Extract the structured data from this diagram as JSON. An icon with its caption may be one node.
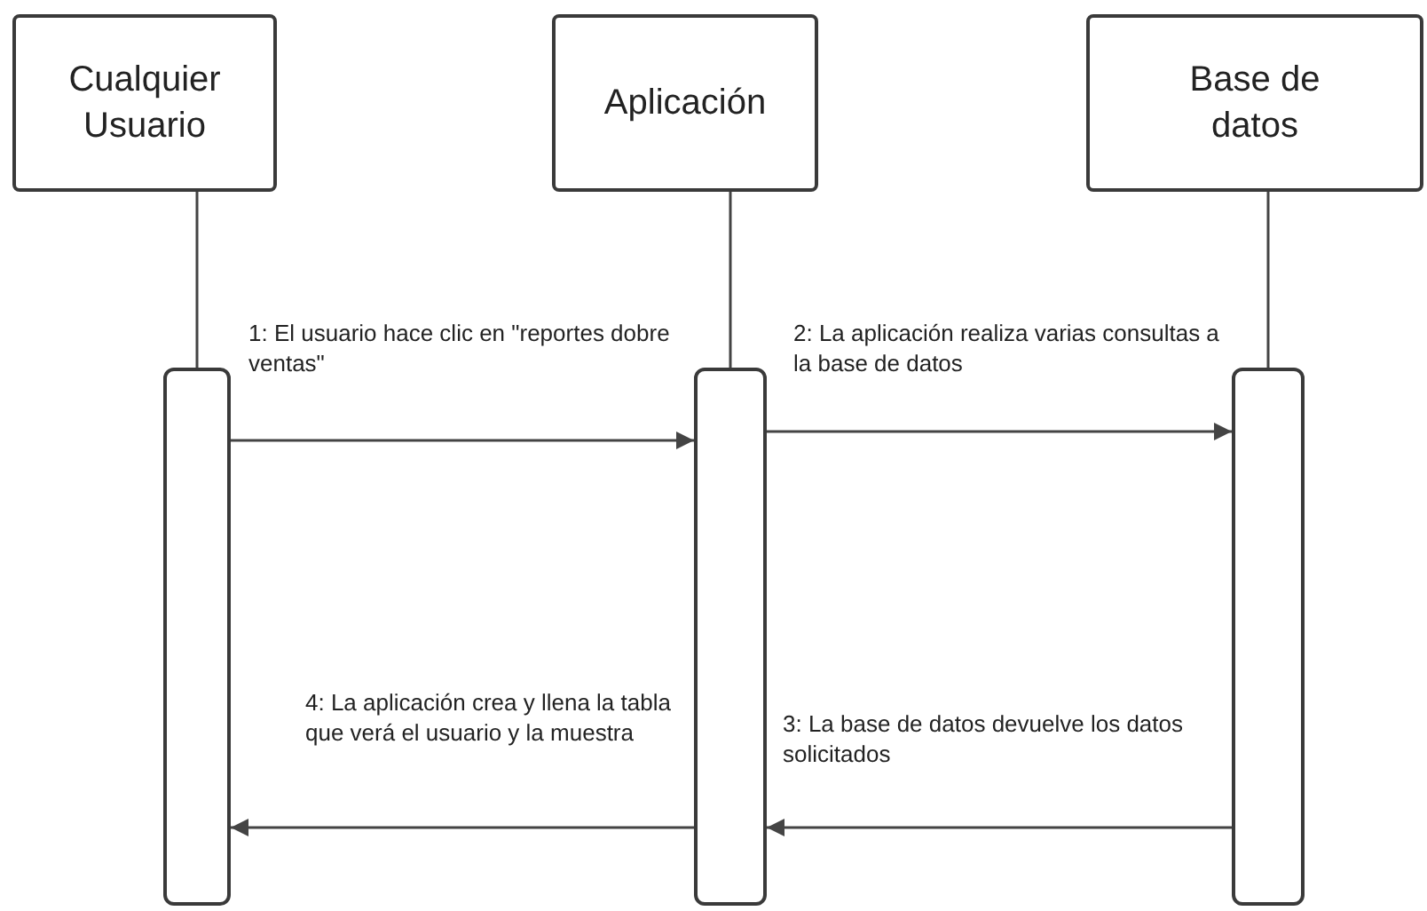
{
  "diagram": {
    "nodes": [
      {
        "text": [
          "Cualquier Usuario"
        ]
      },
      {
        "text": [
          "Aplicación"
        ]
      },
      {
        "text": [
          "Base de datos"
        ]
      },
      {
        "text": [],
        "shape": "bar"
      },
      {
        "text": [],
        "shape": "bar"
      },
      {
        "text": [],
        "shape": "bar"
      }
    ],
    "edges": [
      {
        "from": 0,
        "to": 3,
        "arrow": "none"
      },
      {
        "from": 1,
        "to": 4,
        "arrow": "none"
      },
      {
        "from": 2,
        "to": 5,
        "arrow": "none"
      },
      {
        "from": 3,
        "to": 4,
        "arrow": "to",
        "label": "1: El usuario hace clic en \"reportes dobre ventas\""
      },
      {
        "from": 4,
        "to": 5,
        "arrow": "to",
        "label": "2: La aplicación realiza varias consultas a la base de datos"
      },
      {
        "from": 5,
        "to": 4,
        "arrow": "to",
        "label": "3: La base de datos devuelve los datos solicitados"
      },
      {
        "from": 4,
        "to": 3,
        "arrow": "to",
        "label": "4: La aplicación crea y llena la tabla que verá el usuario y la muestra"
      }
    ]
  }
}
